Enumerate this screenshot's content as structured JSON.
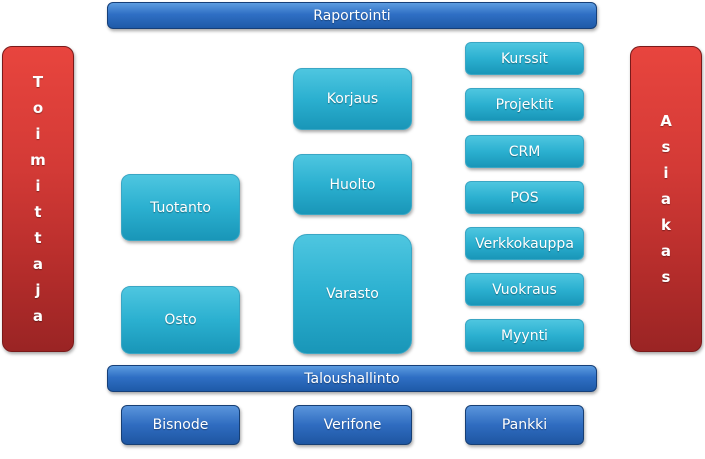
{
  "top_bar": "Raportointi",
  "bottom_bar": "Taloushallinto",
  "left_side": "Toimittaja",
  "right_side": "Asiakas",
  "left_column": [
    "Tuotanto",
    "Osto"
  ],
  "middle_column": [
    "Korjaus",
    "Huolto",
    "Varasto"
  ],
  "right_column": [
    "Kurssit",
    "Projektit",
    "CRM",
    "POS",
    "Verkkokauppa",
    "Vuokraus",
    "Myynti"
  ],
  "bottom_row": [
    "Bisnode",
    "Verifone",
    "Pankki"
  ]
}
